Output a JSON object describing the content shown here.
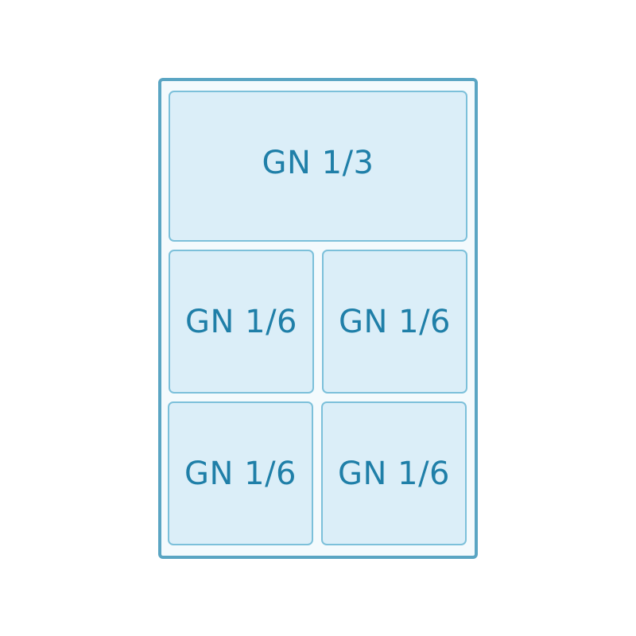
{
  "diagram": {
    "pans": [
      {
        "label": "GN 1/3"
      },
      {
        "label": "GN 1/6"
      },
      {
        "label": "GN 1/6"
      },
      {
        "label": "GN 1/6"
      },
      {
        "label": "GN 1/6"
      }
    ]
  },
  "colors": {
    "frame_border": "#5aa5c3",
    "pan_border": "#7cc0da",
    "pan_fill": "#dbeef8",
    "label_text": "#1f7fa8"
  }
}
